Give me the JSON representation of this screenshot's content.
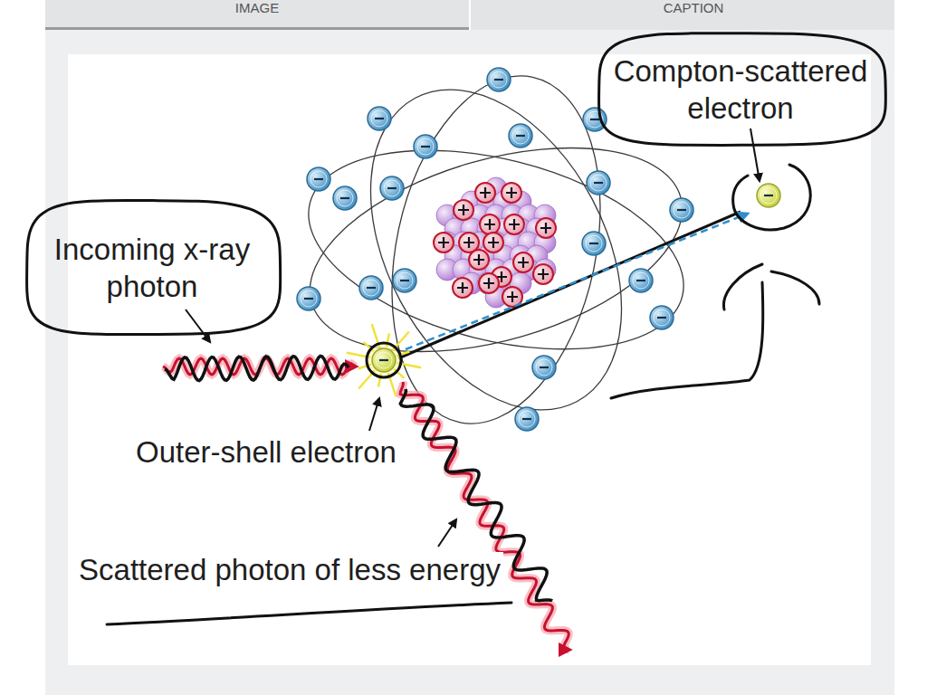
{
  "diagram": {
    "nodes": [
      {
        "text": [
          "Compton-scattered electron"
        ]
      },
      {
        "text": [
          "Incoming x-ray photon"
        ]
      }
    ],
    "labels": [
      "IMAGE",
      "CAPTION",
      "Outer-shell electron",
      "Scattered photon of less energy"
    ]
  }
}
